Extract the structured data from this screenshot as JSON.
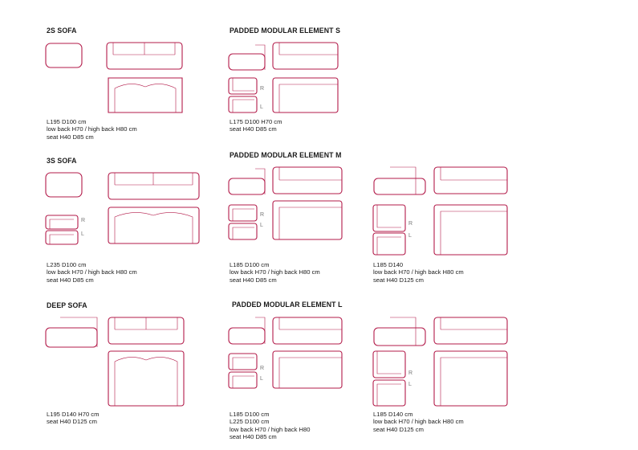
{
  "colors": {
    "outline": "#b31b4a",
    "text": "#1a1a1a",
    "label": "#777777"
  },
  "sections": {
    "sofa_2s": {
      "title": "2S SOFA",
      "specs": [
        "L195 D100 cm",
        "low back H70 / high back H80 cm",
        "seat H40 D85 cm"
      ]
    },
    "sofa_3s": {
      "title": "3S SOFA",
      "specs": [
        "L235 D100 cm",
        "low back H70 / high back H80 cm",
        "seat H40 D85 cm"
      ],
      "right_label": "R",
      "left_label": "L"
    },
    "deep_sofa": {
      "title": "DEEP SOFA",
      "specs": [
        "L195 D140 H70 cm",
        "seat H40 D125 cm"
      ]
    },
    "element_s": {
      "title": "PADDED MODULAR ELEMENT  S",
      "specs": [
        "L175 D100 H70 cm",
        "seat H40 D85 cm"
      ],
      "right_label": "R",
      "left_label": "L"
    },
    "element_m": {
      "title": "PADDED MODULAR ELEMENT  M",
      "specs_a": [
        "L185 D100 cm",
        "low back H70 / high back H80 cm",
        "seat H40 D85 cm"
      ],
      "specs_b": [
        "L185 D140",
        "low back H70 / high back H80 cm",
        "seat H40 D125 cm"
      ],
      "right_label": "R",
      "left_label": "L"
    },
    "element_l": {
      "title": "PADDED MODULAR ELEMENT L",
      "specs_a": [
        "L185 D100 cm",
        "L225 D100 cm",
        "low back H70 / high back H80",
        "seat H40 D85 cm"
      ],
      "specs_b": [
        "L185 D140 cm",
        "low back H70 / high back H80 cm",
        "seat H40 D125 cm"
      ],
      "right_label": "R",
      "left_label": "L"
    }
  }
}
